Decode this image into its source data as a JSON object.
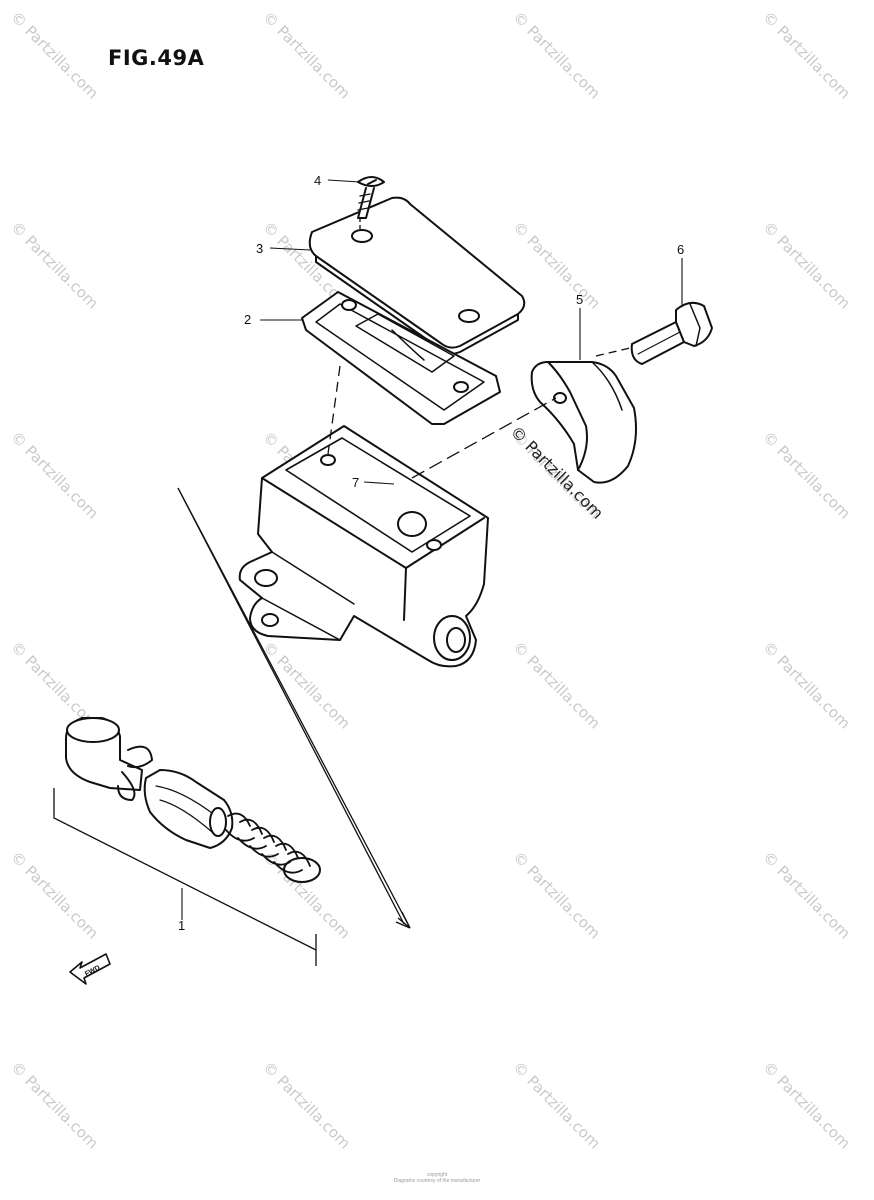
{
  "figure": {
    "title": "FIG.49A"
  },
  "callouts": [
    {
      "id": "1",
      "label": "1"
    },
    {
      "id": "2",
      "label": "2"
    },
    {
      "id": "3",
      "label": "3"
    },
    {
      "id": "4",
      "label": "4"
    },
    {
      "id": "5",
      "label": "5"
    },
    {
      "id": "6",
      "label": "6"
    },
    {
      "id": "7",
      "label": "7"
    }
  ],
  "direction_marker": {
    "label": "FWD",
    "icon": "arrow-fwd-icon"
  },
  "watermark": {
    "text": "© Partzilla.com",
    "color": "#c9c9c9"
  },
  "overlay_watermark": {
    "text": "© Partzilla.com"
  },
  "footer": {
    "line1": "copyright",
    "line2": "Diagrams courtesy of the manufacturer"
  }
}
